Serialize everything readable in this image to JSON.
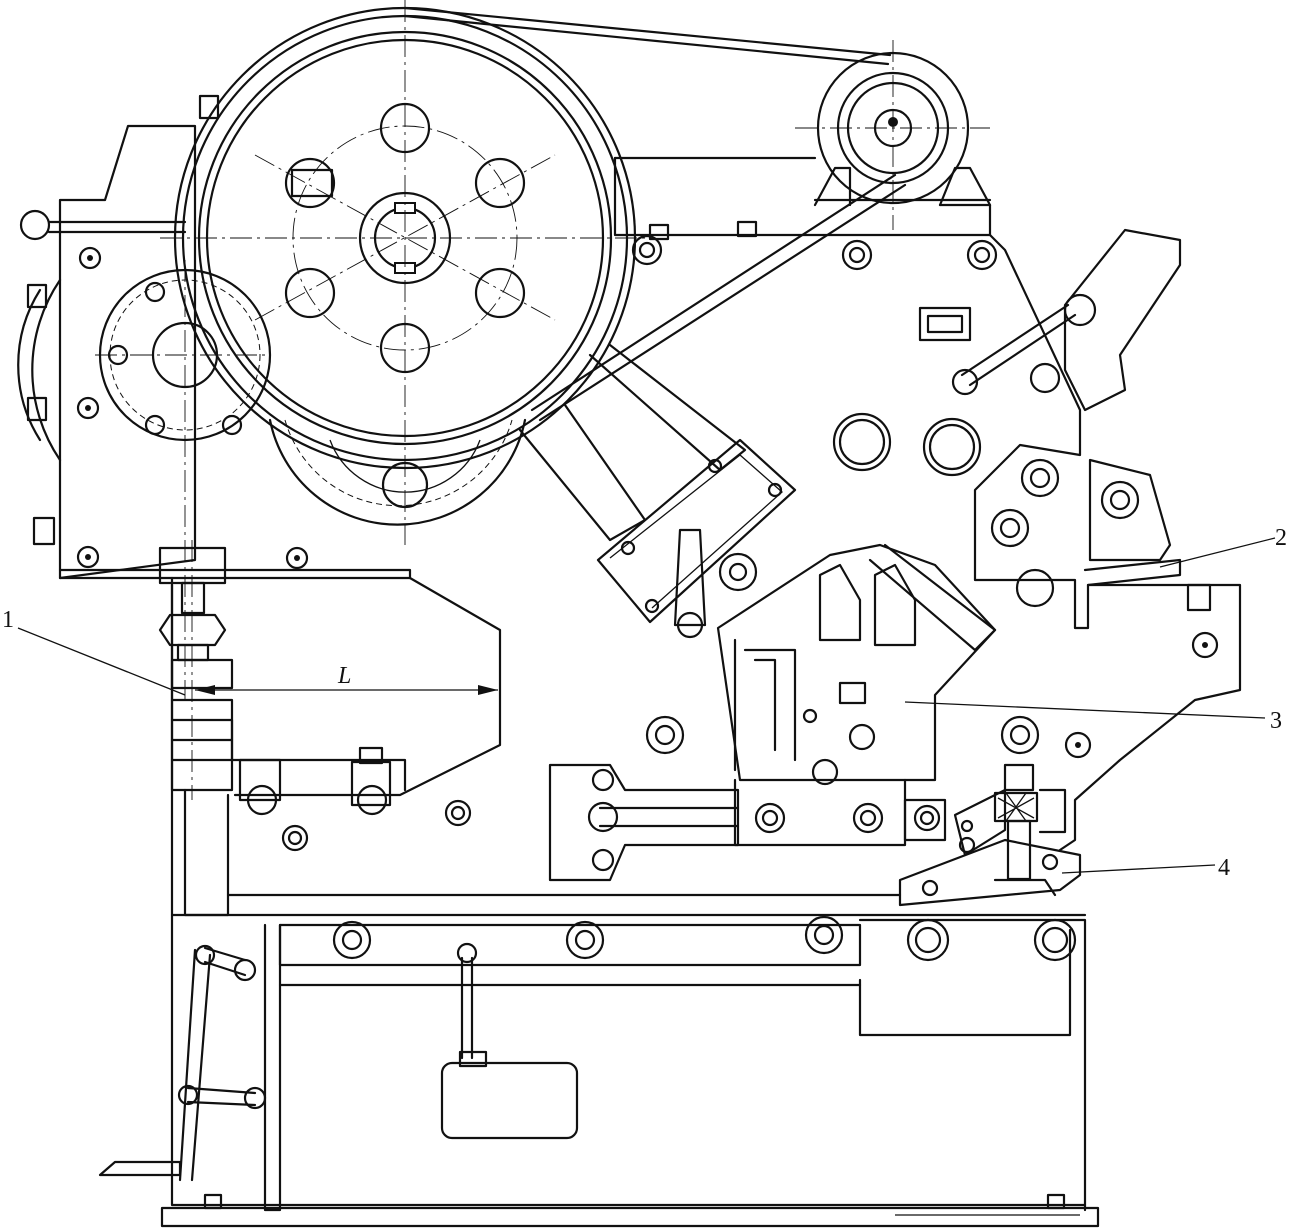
{
  "callouts": {
    "c1": "1",
    "c2": "2",
    "c3": "3",
    "c4": "4"
  },
  "dimension": {
    "L": "L"
  },
  "colors": {
    "line": "#111111",
    "background": "#ffffff"
  }
}
